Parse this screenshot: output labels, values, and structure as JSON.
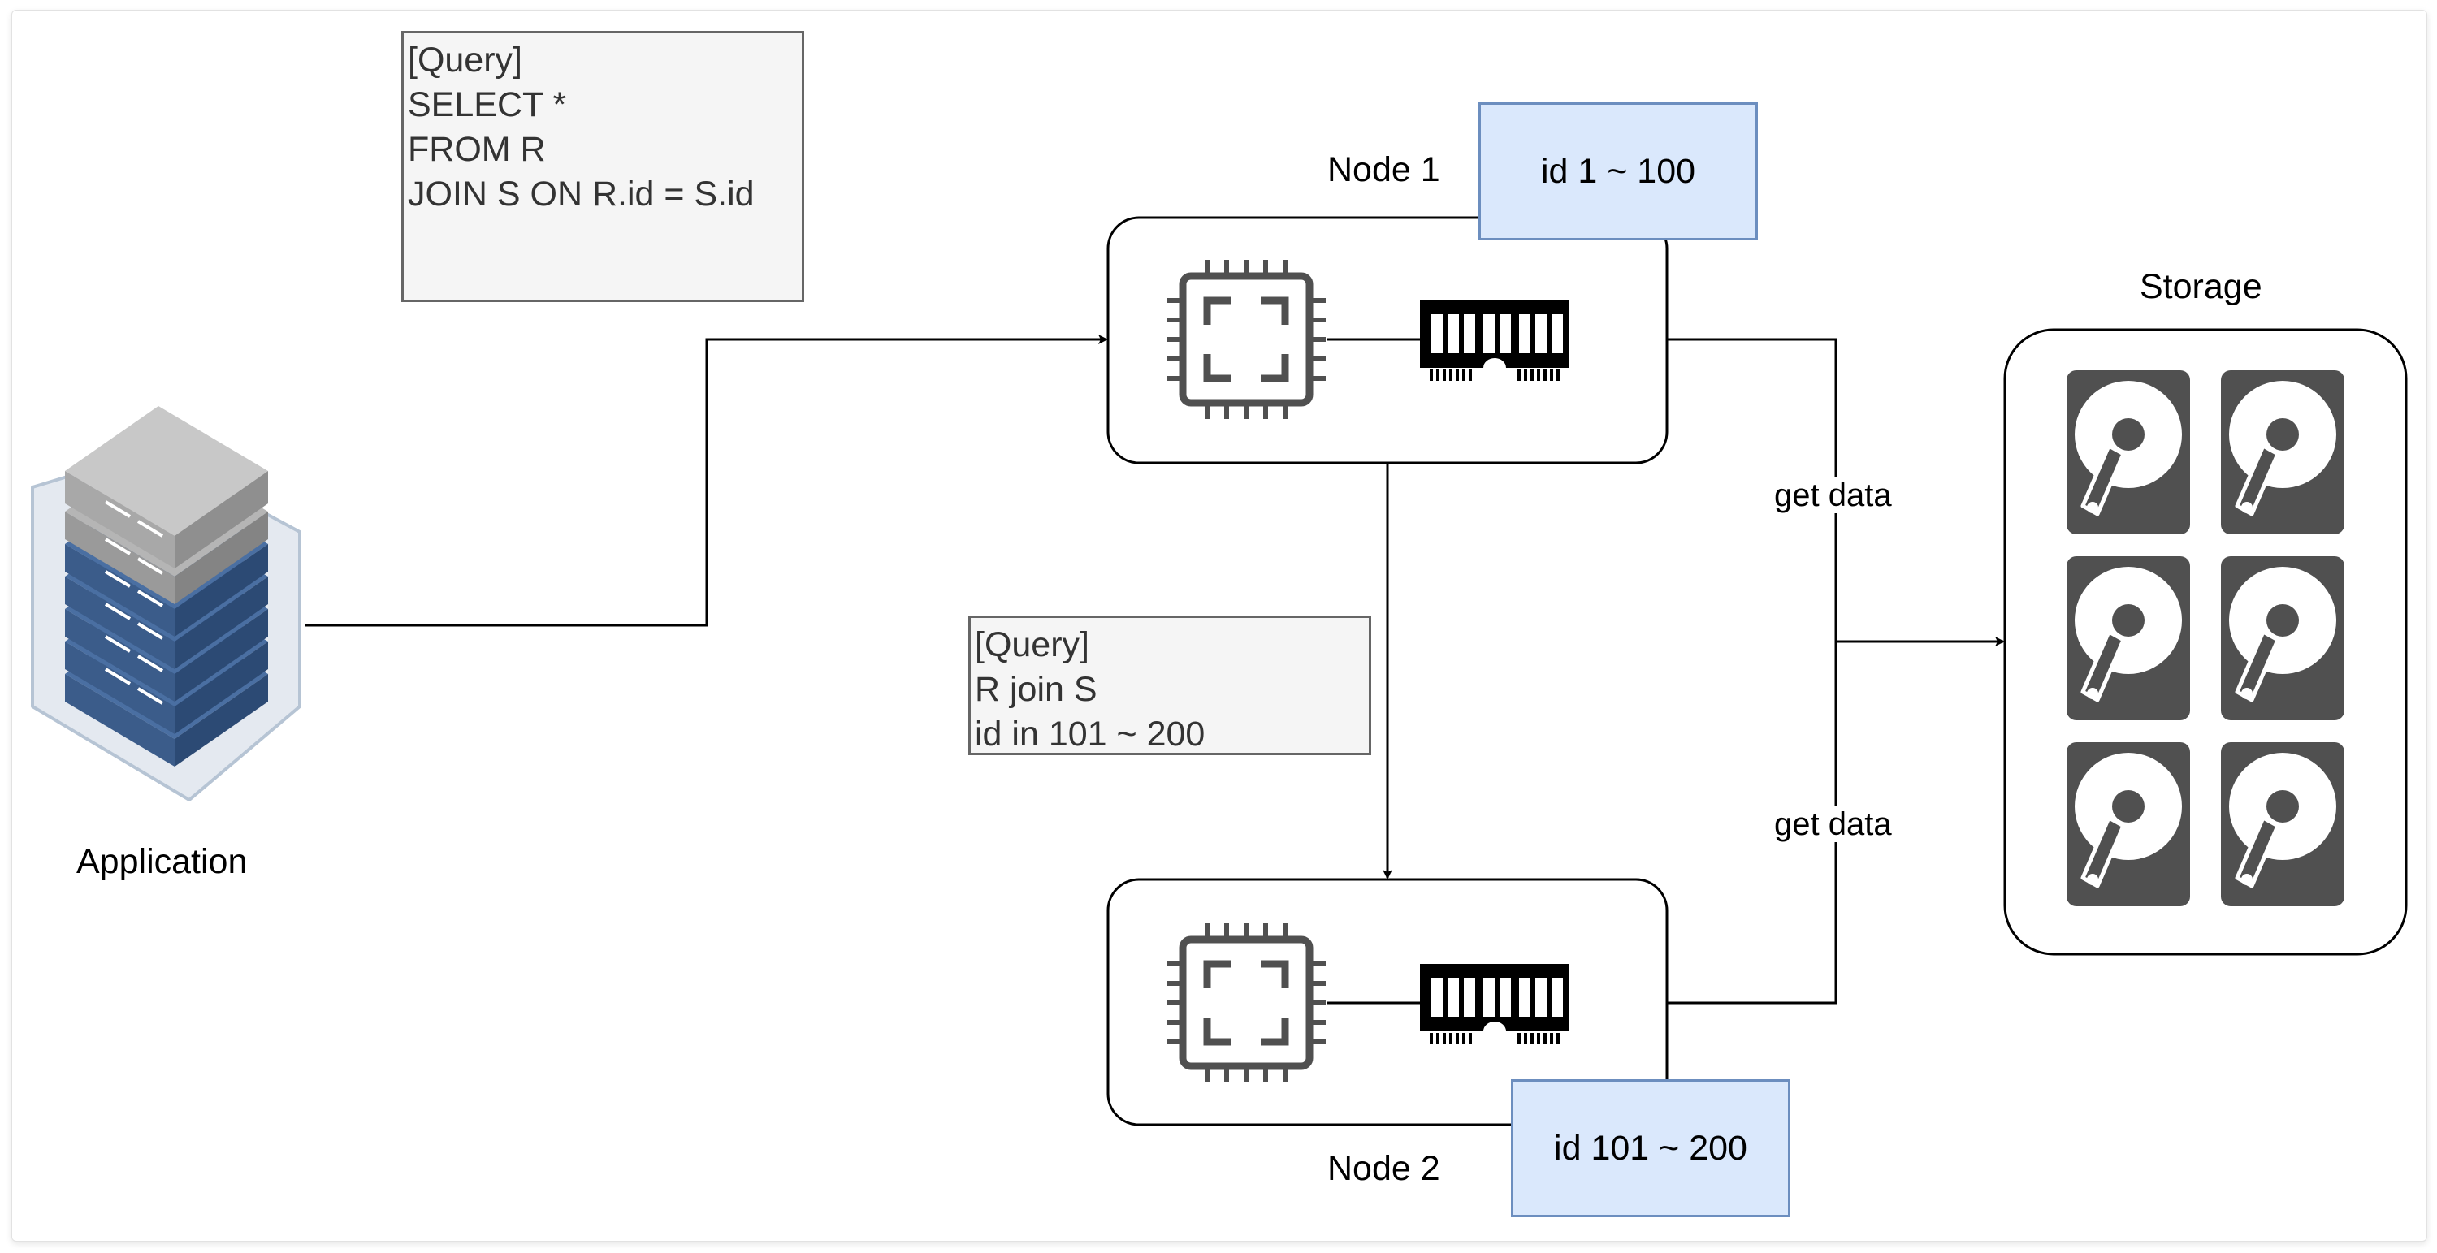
{
  "application": {
    "label": "Application"
  },
  "query_main": {
    "lines": [
      "[Query]",
      "SELECT *",
      "FROM R",
      "JOIN S ON R.id = S.id"
    ]
  },
  "query_sub": {
    "lines": [
      "[Query]",
      "R join S",
      "id in 101 ~ 200"
    ]
  },
  "node1": {
    "label": "Node 1",
    "range": "id 1 ~ 100"
  },
  "node2": {
    "label": "Node 2",
    "range": "id 101 ~ 200"
  },
  "storage": {
    "label": "Storage",
    "disk_count": 6
  },
  "edges": {
    "get_data_top": "get data",
    "get_data_bottom": "get data"
  },
  "colors": {
    "id_fill": "#dae8fc",
    "id_border": "#6c8ebf",
    "query_fill": "#f5f5f5",
    "query_border": "#666666",
    "icon_dark": "#505050"
  }
}
